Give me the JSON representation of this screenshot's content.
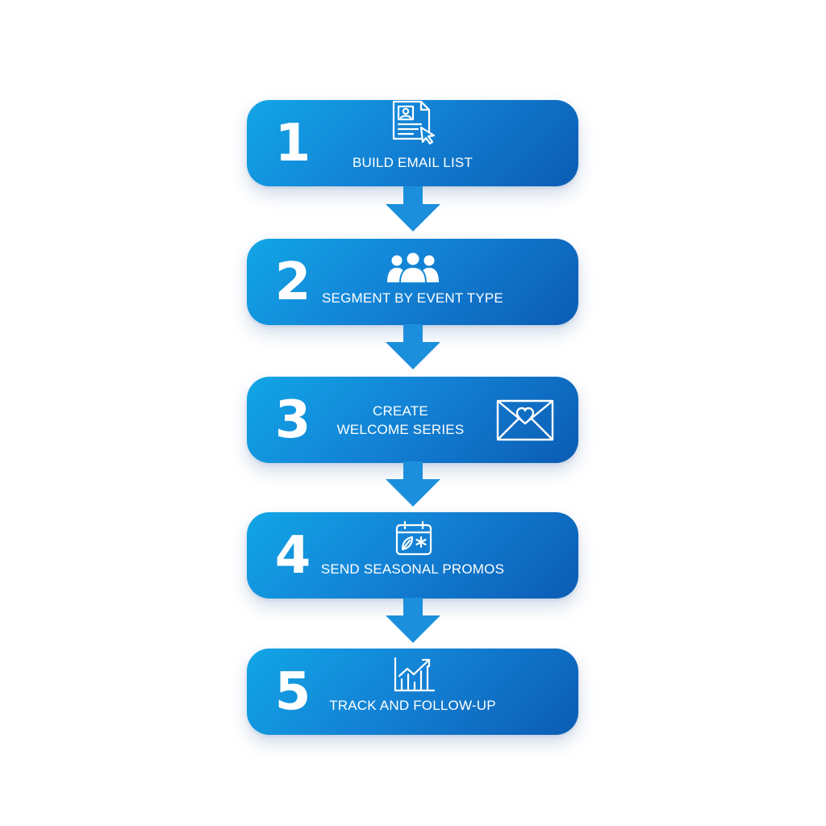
{
  "steps": [
    {
      "number": "1",
      "label_lines": [
        "BUILD EMAIL LIST"
      ],
      "icon": "contact-document-cursor-icon"
    },
    {
      "number": "2",
      "label_lines": [
        "SEGMENT BY EVENT TYPE"
      ],
      "icon": "people-group-icon"
    },
    {
      "number": "3",
      "label_lines": [
        "CREATE",
        "WELCOME SERIES"
      ],
      "icon": "heart-envelope-icon"
    },
    {
      "number": "4",
      "label_lines": [
        "SEND SEASONAL PROMOS"
      ],
      "icon": "seasonal-calendar-icon"
    },
    {
      "number": "5",
      "label_lines": [
        "TRACK AND FOLLOW-UP"
      ],
      "icon": "growth-chart-icon"
    }
  ],
  "colors": {
    "card_start": "#12a6e6",
    "card_end": "#0b5cb3",
    "arrow": "#1c8fdc",
    "text": "#ffffff",
    "background": "#ffffff"
  }
}
